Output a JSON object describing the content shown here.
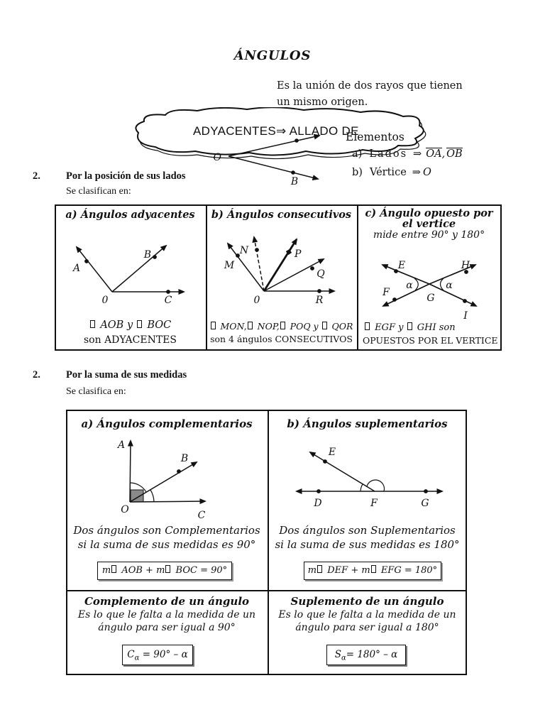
{
  "title": "ÁNGULOS",
  "intro": {
    "line1": "Es la unión de dos rayos que tienen",
    "line2": "un mismo origen."
  },
  "cloud": {
    "label": "ADYACENTES⇒ ALLADO DE"
  },
  "elements": {
    "heading": "Elementos",
    "a_num": "a)",
    "a_label": "Lados",
    "a_arrow": "⇒",
    "a_ray1": "OA",
    "a_comma": ",",
    "a_ray2": "OB",
    "b_num": "b)",
    "b_label": "Vértice",
    "b_arrow": "⇒",
    "b_value": "O",
    "fig": {
      "o": "O",
      "b": "B"
    }
  },
  "section_position": {
    "num": "2.",
    "heading": "Por la posición de sus lados",
    "sub": "Se clasifican en:"
  },
  "section_sum": {
    "num": "2.",
    "heading": "Por la suma de sus medidas",
    "sub": "Se clasifica en:"
  },
  "table_position": {
    "adyacentes": {
      "header": "a) Ángulos adyacentes",
      "caption1": "□ AOB y □ BOC",
      "caption2": "son ADYACENTES",
      "labels": {
        "a": "A",
        "b": "B",
        "o": "0",
        "c": "C"
      }
    },
    "consecutivos": {
      "header": "b) Ángulos consecutivos",
      "caption1": "□ MON,□ NOP,□ POQ y □ QOR",
      "caption2": "son 4 ángulos CONSECUTIVOS",
      "labels": {
        "m": "M",
        "n": "N",
        "p": "P",
        "q": "Q",
        "o": "0",
        "r": "R"
      }
    },
    "opuestos": {
      "header1": "c) Ángulo opuesto por",
      "header2": "el vertice",
      "subheader": "mide entre 90° y 180°",
      "caption1": "□ EGF y □ GHI son",
      "caption2": "OPUESTOS POR EL VERTICE",
      "labels": {
        "e": "E",
        "h": "H",
        "f": "F",
        "g": "G",
        "i": "I",
        "alpha_left": "α",
        "alpha_right": "α"
      }
    }
  },
  "table_sum": {
    "complementarios": {
      "header": "a) Ángulos complementarios",
      "caption1": "Dos ángulos son Complementarios",
      "caption2": "si la suma de sus medidas es 90°",
      "formula": "m□ AOB + m□ BOC = 90°",
      "labels": {
        "a": "A",
        "b": "B",
        "o": "O",
        "c": "C"
      }
    },
    "suplementarios": {
      "header": "b) Ángulos suplementarios",
      "caption1": "Dos ángulos son Suplementarios",
      "caption2": "si la suma de sus medidas es 180°",
      "formula": "m□ DEF + m□ EFG = 180°",
      "labels": {
        "e": "E",
        "d": "D",
        "f": "F",
        "g": "G"
      }
    },
    "complemento": {
      "header": "Complemento de un ángulo",
      "line1": "Es lo que le falta a la medida de un",
      "line2": "ángulo para ser igual a 90°",
      "formula_lead": "C",
      "formula_sub": "α",
      "formula_rest": "= 90° – α"
    },
    "suplemento": {
      "header": "Suplemento de un ángulo",
      "line1": "Es lo que le falta a la medida de un",
      "line2": "ángulo para ser igual a 180°",
      "formula_lead": "S",
      "formula_sub": "α",
      "formula_rest": "= 180° – α"
    }
  }
}
